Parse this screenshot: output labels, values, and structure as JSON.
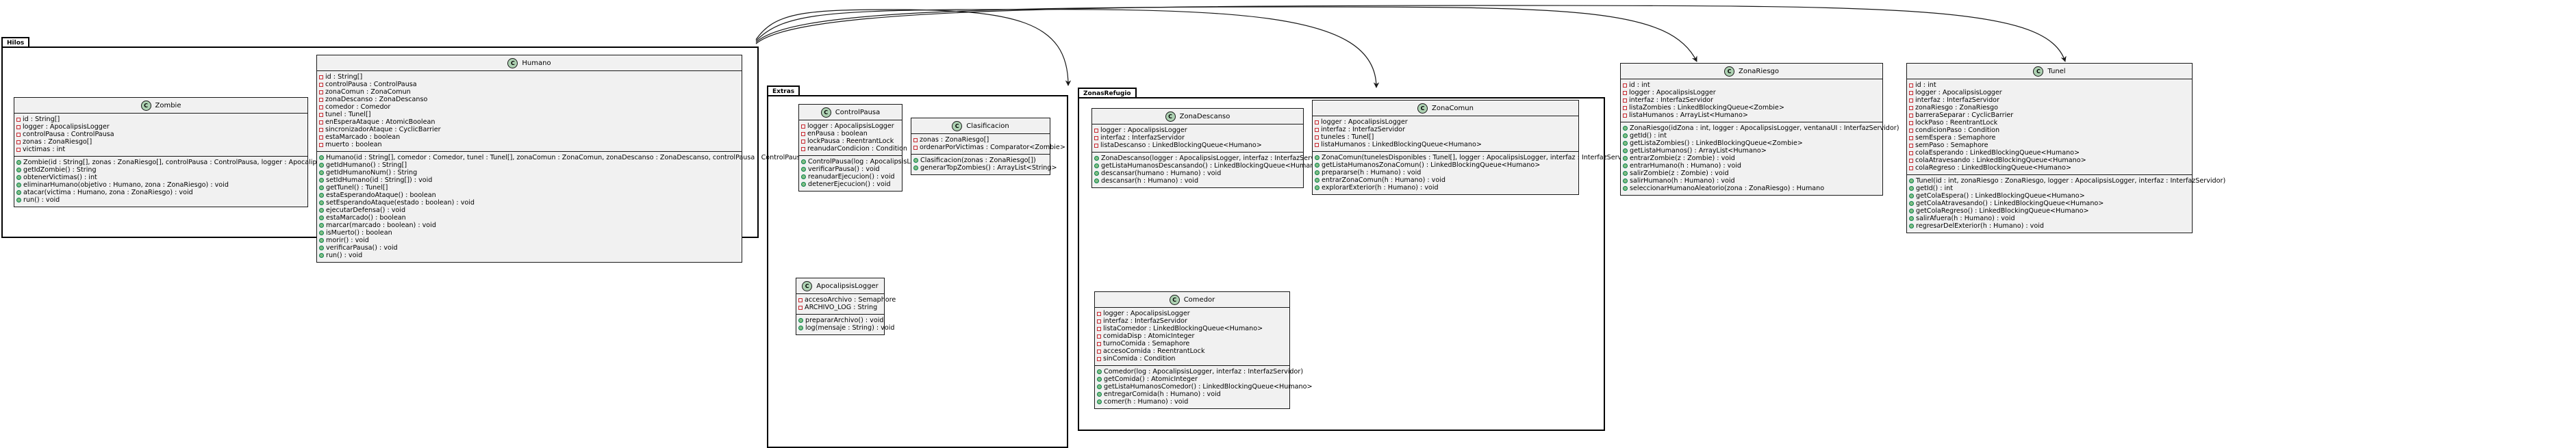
{
  "packages": {
    "hilos": "Hilos",
    "extras": "Extras",
    "zonas_refugio": "ZonasRefugio"
  },
  "classes": {
    "zombie": {
      "name": "Zombie",
      "fields": [
        "id : String[]",
        "logger : ApocalipsisLogger",
        "controlPausa : ControlPausa",
        "zonas : ZonaRiesgo[]",
        "victimas : int"
      ],
      "methods": [
        "Zombie(id : String[], zonas : ZonaRiesgo[], controlPausa : ControlPausa, logger : ApocalipsisLogger)",
        "getIdZombie() : String",
        "obtenerVictimas() : int",
        "eliminarHumano(objetivo : Humano, zona : ZonaRiesgo) : void",
        "atacar(victima : Humano, zona : ZonaRiesgo) : void",
        "run() : void"
      ]
    },
    "humano": {
      "name": "Humano",
      "fields": [
        "id : String[]",
        "controlPausa : ControlPausa",
        "zonaComun : ZonaComun",
        "zonaDescanso : ZonaDescanso",
        "comedor : Comedor",
        "tunel : Tunel[]",
        "enEsperaAtaque : AtomicBoolean",
        "sincronizadorAtaque : CyclicBarrier",
        "estaMarcado : boolean",
        "muerto : boolean"
      ],
      "methods": [
        "Humano(id : String[], comedor : Comedor, tunel : Tunel[], zonaComun : ZonaComun, zonaDescanso : ZonaDescanso, controlPausa : ControlPausa)",
        "getIdHumano() : String[]",
        "getIdHumanoNum() : String",
        "setIdHumano(id : String[]) : void",
        "getTunel() : Tunel[]",
        "estaEsperandoAtaque() : boolean",
        "setEsperandoAtaque(estado : boolean) : void",
        "ejecutarDefensa() : void",
        "estaMarcado() : boolean",
        "marcar(marcado : boolean) : void",
        "isMuerto() : boolean",
        "morir() : void",
        "verificarPausa() : void",
        "run() : void"
      ]
    },
    "control_pausa": {
      "name": "ControlPausa",
      "fields": [
        "logger : ApocalipsisLogger",
        "enPausa : boolean",
        "lockPausa : ReentrantLock",
        "reanudarCondicion : Condition"
      ],
      "methods": [
        "ControlPausa(log : ApocalipsisLogger)",
        "verificarPausa() : void",
        "reanudarEjecucion() : void",
        "detenerEjecucion() : void"
      ]
    },
    "clasificacion": {
      "name": "Clasificacion",
      "fields": [
        "zonas : ZonaRiesgo[]",
        "ordenarPorVictimas : Comparator<Zombie>"
      ],
      "methods": [
        "Clasificacion(zonas : ZonaRiesgo[])",
        "generarTopZombies() : ArrayList<String>"
      ]
    },
    "apocalipsis_logger": {
      "name": "ApocalipsisLogger",
      "fields": [
        "accesoArchivo : Semaphore",
        "ARCHIVO_LOG : String"
      ],
      "methods": [
        "prepararArchivo() : void",
        "log(mensaje : String) : void"
      ]
    },
    "zona_descanso": {
      "name": "ZonaDescanso",
      "fields": [
        "logger : ApocalipsisLogger",
        "interfaz : InterfazServidor",
        "listaDescanso : LinkedBlockingQueue<Humano>"
      ],
      "methods": [
        "ZonaDescanso(logger : ApocalipsisLogger, interfaz : InterfazServidor)",
        "getListaHumanosDescansando() : LinkedBlockingQueue<Humano>",
        "descansar(humano : Humano) : void",
        "descansar(h : Humano) : void"
      ]
    },
    "zona_comun": {
      "name": "ZonaComun",
      "fields": [
        "logger : ApocalipsisLogger",
        "interfaz : InterfazServidor",
        "tuneles : Tunel[]",
        "listaHumanos : LinkedBlockingQueue<Humano>"
      ],
      "methods": [
        "ZonaComun(tunelesDisponibles : Tunel[], logger : ApocalipsisLogger, interfaz : InterfazServidor)",
        "getListaHumanosZonaComun() : LinkedBlockingQueue<Humano>",
        "prepararse(h : Humano) : void",
        "entrarZonaComun(h : Humano) : void",
        "explorarExterior(h : Humano) : void"
      ]
    },
    "comedor": {
      "name": "Comedor",
      "fields": [
        "logger : ApocalipsisLogger",
        "interfaz : InterfazServidor",
        "listaComedor : LinkedBlockingQueue<Humano>",
        "comidaDisp : AtomicInteger",
        "turnoComida : Semaphore",
        "accesoComida : ReentrantLock",
        "sinComida : Condition"
      ],
      "methods": [
        "Comedor(log : ApocalipsisLogger, interfaz : InterfazServidor)",
        "getComida() : AtomicInteger",
        "getListaHumanosComedor() : LinkedBlockingQueue<Humano>",
        "entregarComida(h : Humano) : void",
        "comer(h : Humano) : void"
      ]
    },
    "zona_riesgo": {
      "name": "ZonaRiesgo",
      "fields": [
        "id : int",
        "logger : ApocalipsisLogger",
        "interfaz : InterfazServidor",
        "listaZombies : LinkedBlockingQueue<Zombie>",
        "listaHumanos : ArrayList<Humano>"
      ],
      "methods": [
        "ZonaRiesgo(idZona : int, logger : ApocalipsisLogger, ventanaUI : InterfazServidor)",
        "getId() : int",
        "getListaZombies() : LinkedBlockingQueue<Zombie>",
        "getListaHumanos() : ArrayList<Humano>",
        "entrarZombie(z : Zombie) : void",
        "entrarHumano(h : Humano) : void",
        "salirZombie(z : Zombie) : void",
        "salirHumano(h : Humano) : void",
        "seleccionarHumanoAleatorio(zona : ZonaRiesgo) : Humano"
      ]
    },
    "tunel": {
      "name": "Tunel",
      "fields": [
        "id : int",
        "logger : ApocalipsisLogger",
        "interfaz : InterfazServidor",
        "zonaRiesgo : ZonaRiesgo",
        "barreraSeparar : CyclicBarrier",
        "lockPaso : ReentrantLock",
        "condicionPaso : Condition",
        "semEspera : Semaphore",
        "semPaso : Semaphore",
        "colaEsperando : LinkedBlockingQueue<Humano>",
        "colaAtravesando : LinkedBlockingQueue<Humano>",
        "colaRegreso : LinkedBlockingQueue<Humano>"
      ],
      "methods": [
        "Tunel(id : int, zonaRiesgo : ZonaRiesgo, logger : ApocalipsisLogger, interfaz : InterfazServidor)",
        "getId() : int",
        "getColaEspera() : LinkedBlockingQueue<Humano>",
        "getColaAtravesando() : LinkedBlockingQueue<Humano>",
        "getColaRegreso() : LinkedBlockingQueue<Humano>",
        "salirAfuera(h : Humano) : void",
        "regresarDelExterior(h : Humano) : void"
      ]
    }
  },
  "colors": {
    "class_fill": "#f1f1f1",
    "badge": "#add1b2",
    "private_marker": "#c82930",
    "public_marker": "#84be84"
  }
}
